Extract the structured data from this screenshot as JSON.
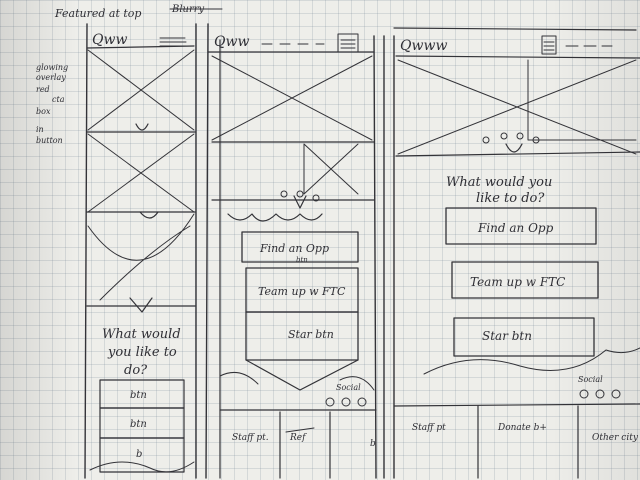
{
  "notebook": {
    "header_note": "Featured at top",
    "header_strike": "Blurry",
    "margin_notes": [
      "glowing",
      "overlay",
      "red",
      "cta",
      "box",
      "in",
      "button"
    ]
  },
  "frame1": {
    "logo": "Qww",
    "prompt": "What would you like to do?",
    "buttons": [
      "btn",
      "btn",
      "b"
    ]
  },
  "frame2": {
    "logo": "Qww",
    "buttons": [
      "Find an Opp",
      "Team up w FTC",
      "Star btn"
    ],
    "button_note": "btn",
    "social_label": "Social",
    "footer_items": [
      "Staff pt.",
      "Ref"
    ],
    "footer_trailing": "b"
  },
  "frame3": {
    "logo": "Qwww",
    "prompt": "What would you like to do?",
    "buttons": [
      "Find an Opp",
      "Team up w FTC",
      "Star btn"
    ],
    "social_label": "Social",
    "footer_items": [
      "Staff pt",
      "Donate b+",
      "Other city"
    ]
  }
}
